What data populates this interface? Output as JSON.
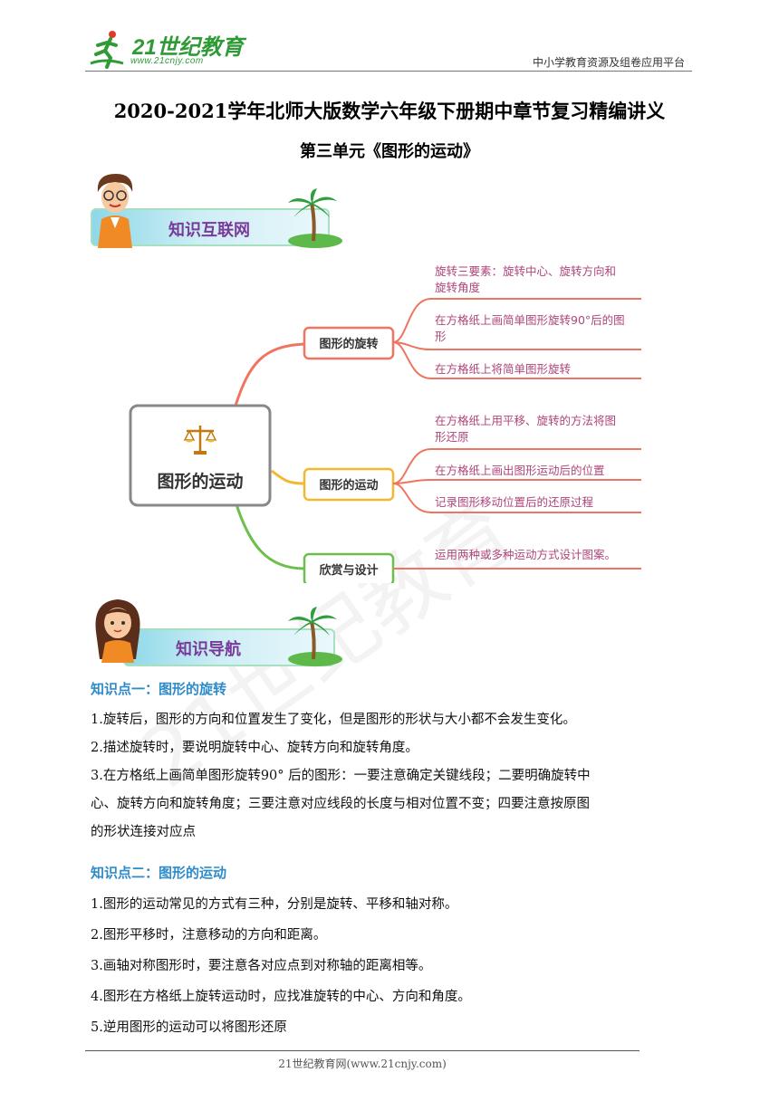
{
  "header": {
    "logo_text": "21世纪教育",
    "logo_url": "www.21cnjy.com",
    "right_text": "中小学教育资源及组卷应用平台"
  },
  "title": "2020-2021学年北师大版数学六年级下册期中章节复习精编讲义",
  "subtitle": "第三单元《图形的运动》",
  "banner1": {
    "label": "知识互联网"
  },
  "mindmap": {
    "center": "图形的运动",
    "branches": [
      {
        "label": "图形的旋转",
        "color": "#ef7560",
        "leaves": [
          "旋转三要素：旋转中心、旋转方向和",
          "旋转角度",
          "在方格纸上画简单图形旋转90°后的图",
          "形",
          "在方格纸上将简单图形旋转"
        ]
      },
      {
        "label": "图形的运动",
        "color": "#f5b731",
        "leaves": [
          "在方格纸上用平移、旋转的方法将图",
          "形还原",
          "在方格纸上画出图形运动后的位置",
          "记录图形移动位置后的还原过程"
        ]
      },
      {
        "label": "欣赏与设计",
        "color": "#6cbf4c",
        "leaves": [
          "运用两种或多种运动方式设计图案。"
        ]
      }
    ],
    "leaf_color": "#b0457a"
  },
  "banner2": {
    "label": "知识导航"
  },
  "section1": {
    "heading": "知识点一：图形的旋转",
    "items": [
      "1.旋转后，图形的方向和位置发生了变化，但是图形的形状与大小都不会发生变化。",
      "2.描述旋转时，要说明旋转中心、旋转方向和旋转角度。",
      "3.在方格纸上画简单图形旋转90° 后的图形：一要注意确定关键线段；二要明确旋转中",
      "心、旋转方向和旋转角度；三要注意对应线段的长度与相对位置不变；四要注意按原图",
      "的形状连接对应点"
    ]
  },
  "section2": {
    "heading": "知识点二：图形的运动",
    "items": [
      "1.图形的运动常见的方式有三种，分别是旋转、平移和轴对称。",
      "2.图形平移时，注意移动的方向和距离。",
      "3.画轴对称图形时，要注意各对应点到对称轴的距离相等。",
      "4.图形在方格纸上旋转运动时，应找准旋转的中心、方向和角度。",
      "5.逆用图形的运动可以将图形还原"
    ]
  },
  "footer": "21世纪教育网(www.21cnjy.com)"
}
